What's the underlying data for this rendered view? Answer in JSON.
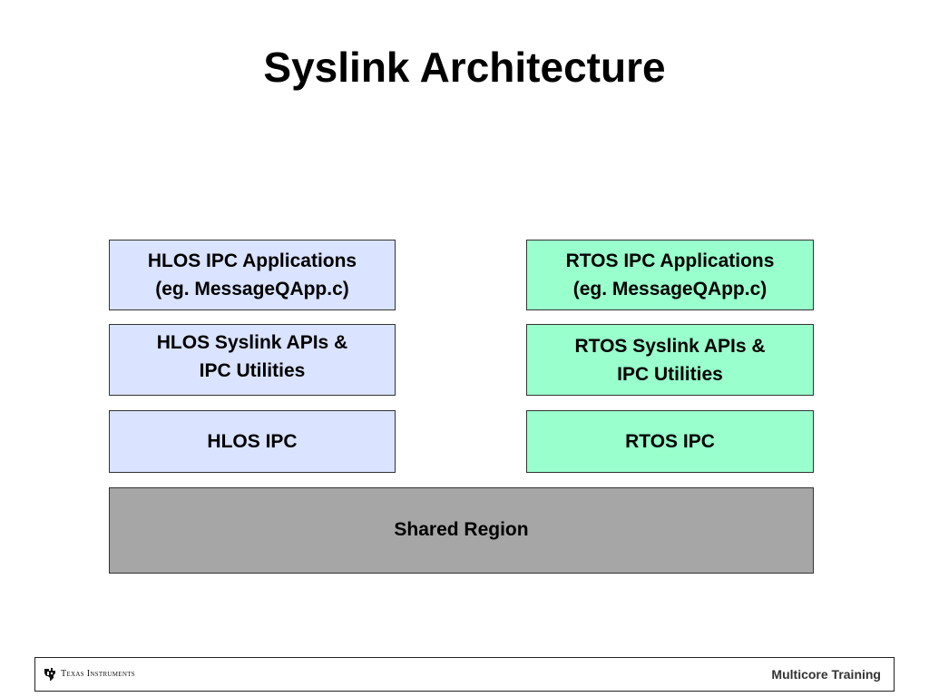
{
  "slide": {
    "title": "Syslink Architecture"
  },
  "hlos": {
    "applications": "HLOS IPC Applications\n(eg. MessageQApp.c)",
    "apis": "HLOS Syslink APIs &\nIPC Utilities",
    "ipc": "HLOS IPC"
  },
  "rtos": {
    "applications": "RTOS IPC Applications\n(eg. MessageQApp.c)",
    "apis": "RTOS Syslink APIs &\nIPC Utilities",
    "ipc": "RTOS IPC"
  },
  "shared": {
    "label": "Shared Region"
  },
  "footer": {
    "logo_text": "Texas Instruments",
    "logo_icon": "texas-instruments-logo-icon",
    "training_label": "Multicore Training"
  },
  "colors": {
    "hlos_fill": "#dae3ff",
    "rtos_fill": "#99ffcc",
    "shared_fill": "#a6a6a6",
    "border": "#333333"
  }
}
